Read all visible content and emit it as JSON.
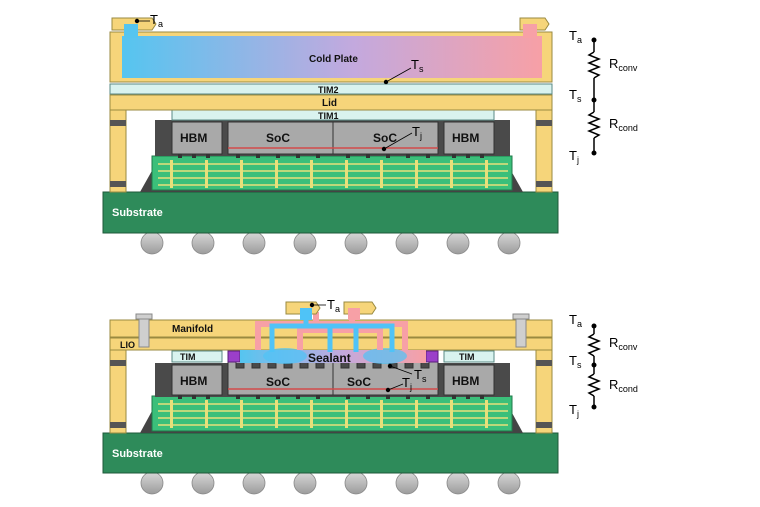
{
  "top": {
    "cold_plate": "Cold Plate",
    "tim2": "TIM2",
    "lid": "Lid",
    "tim1": "TIM1",
    "hbm_left": "HBM",
    "soc_left": "SoC",
    "soc_right": "SoC",
    "hbm_right": "HBM",
    "substrate": "Substrate",
    "ta": "T",
    "ta_sub": "a",
    "ts": "T",
    "ts_sub": "s",
    "tj": "T",
    "tj_sub": "j"
  },
  "bottom": {
    "manifold": "Manifold",
    "lio": "LIO",
    "tim_left": "TIM",
    "tim_right": "TIM",
    "sealant": "Sealant",
    "hbm_left": "HBM",
    "soc_left": "SoC",
    "soc_right": "SoC",
    "hbm_right": "HBM",
    "substrate": "Substrate",
    "ta": "T",
    "ta_sub": "a",
    "ts": "T",
    "ts_sub": "s",
    "tj": "T",
    "tj_sub": "j"
  },
  "circuit_top": {
    "ta": "T",
    "ta_sub": "a",
    "ts": "T",
    "ts_sub": "s",
    "tj": "T",
    "tj_sub": "j",
    "rconv": "R",
    "rconv_sub": "conv",
    "rcond": "R",
    "rcond_sub": "cond"
  },
  "circuit_bottom": {
    "ta": "T",
    "ta_sub": "a",
    "ts": "T",
    "ts_sub": "s",
    "tj": "T",
    "tj_sub": "j",
    "rconv": "R",
    "rconv_sub": "conv",
    "rcond": "R",
    "rcond_sub": "cond"
  },
  "colors": {
    "yellow": "#f6d57a",
    "yellow_edge": "#9a8a40",
    "green": "#2e8b5a",
    "green_dark": "#1f6e45",
    "tim": "#d9f3ef",
    "gray": "#a9a9a9",
    "dark": "#4a4a4a",
    "cold_blue": "#5cc4ee",
    "hot_pink": "#f6a1a9",
    "purple": "#9b3fc9",
    "ball": "#c7c7c7"
  }
}
